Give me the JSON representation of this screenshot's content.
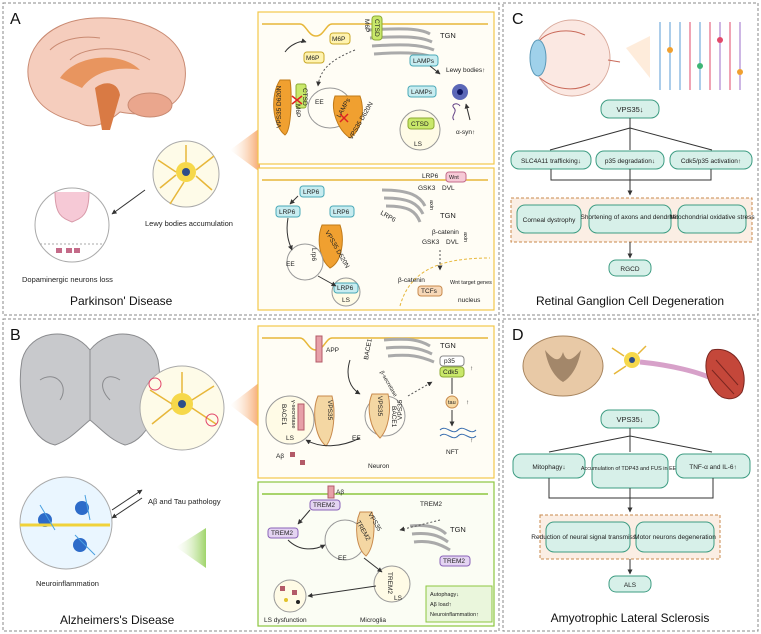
{
  "panels": {
    "A": {
      "letter": "A",
      "caption": "Parkinson' Disease",
      "labels": {
        "lewy_acc": "Lewy bodies accumulation",
        "dopa_loss": "Dopaminergic neurons loss",
        "m6p1": "M6P",
        "m6p2": "M6P",
        "ctsd_m6p_top": "CTSD",
        "m6p_top2": "M6P",
        "tgn1": "TGN",
        "lamps1": "LAMPs",
        "lewy_bodies": "Lewy bodies↑",
        "vps_d620n_1": "VPS35 D620N",
        "ctsd_left": "CTSD",
        "m6p_left": "M6P",
        "ee1": "EE",
        "lamps_mid": "LAMPs",
        "vps_d620n_2": "VPS35 D620N",
        "lamps2": "LAMPs",
        "ctsd_ls": "CTSD",
        "ls1": "LS",
        "asyn": "α-syn↑",
        "lrp6_a": "LRP6",
        "lrp6_b": "LRP6",
        "lrp6_c": "LRP6",
        "lrp6_top": "LRP6",
        "wnt": "Wnt",
        "gsk3": "GSK3",
        "dvl": "DVL",
        "axin": "axin",
        "tgn2": "TGN",
        "lrp6_tgn": "LRP6",
        "bcat1": "β-catenin",
        "gsk3b": "GSK3",
        "dvl2": "DVL",
        "axin2": "axin",
        "vps_d620n_3": "VPS35 D620N",
        "lrp6_ee": "Lrp6",
        "ee2": "EE",
        "lrp6_ls": "LRP6",
        "ls2": "LS",
        "bcat2": "β-catenin",
        "tcfs": "TCFs",
        "wnt_target": "Wnt target genes",
        "nucleus": "nucleus"
      }
    },
    "B": {
      "letter": "B",
      "caption": "Alzheimers's Disease",
      "labels": {
        "abtau": "Aβ and Tau pathology",
        "neuroinfl": "Neuroinflammation",
        "app": "APP",
        "bace1_top": "BACE1",
        "tgn": "TGN",
        "secretase_top": "β-secretase",
        "p35": "p35",
        "cdk5": "Cdk5",
        "tau": "tau",
        "nft": "NFT",
        "vps35_a": "VPS35",
        "bace1_mid": "BACE1",
        "vps35_b": "VPS35",
        "bace1_left": "BACE1",
        "secretase_left": "γ-secretase",
        "ls": "LS",
        "ab": "Aβ",
        "ee": "EE",
        "vps35_right": "VPS35",
        "neuron": "Neuron",
        "trem2_top": "TREM2",
        "ab2": "Aβ",
        "trem2_a": "TREM2",
        "trem2_b": "TREM2",
        "vps35_c": "VPS35",
        "trem2_c": "TREM2",
        "ee2": "EE",
        "tgn2": "TGN",
        "trem2_d": "TREM2",
        "trem2_e": "TREM2",
        "ls2": "LS",
        "ls_dys": "LS dysfunction",
        "microglia": "Microglia",
        "autophagy": "Autophagy↓",
        "ab_load": "Aβ load↑",
        "neuroinfl2": "Neuroinflammation↑"
      }
    },
    "C": {
      "letter": "C",
      "caption": "Retinal Ganglion Cell Degeneration",
      "vps35": "VPS35↓",
      "row1": [
        "SLC4A11 trafficking↓",
        "p35 degradation↓",
        "Cdk5/p35 activation↑"
      ],
      "row2": [
        "Corneal dystrophy",
        "Shortening of axons and dendrites",
        "Mitochondrial oxidative stress"
      ],
      "final": "RGCD"
    },
    "D": {
      "letter": "D",
      "caption": "Amyotrophic Lateral Sclerosis",
      "vps35": "VPS35↓",
      "row1": [
        "Mitophagy↓",
        "Accumulation of TDP43 and FUS in EE↑",
        "TNF-α and IL-6↑"
      ],
      "row2": [
        "Reduction of neural signal transmission",
        "Motor neurons degeneration"
      ],
      "final": "ALS"
    }
  },
  "colors": {
    "orange": "#f0a030",
    "yellow_border": "#f2c84b",
    "green_border": "#8cc63f",
    "teal_box": "#d7f0e9",
    "teal_border": "#3d9c82",
    "peach": "#fbeee4",
    "pink_brain": "#f4c6b3"
  }
}
